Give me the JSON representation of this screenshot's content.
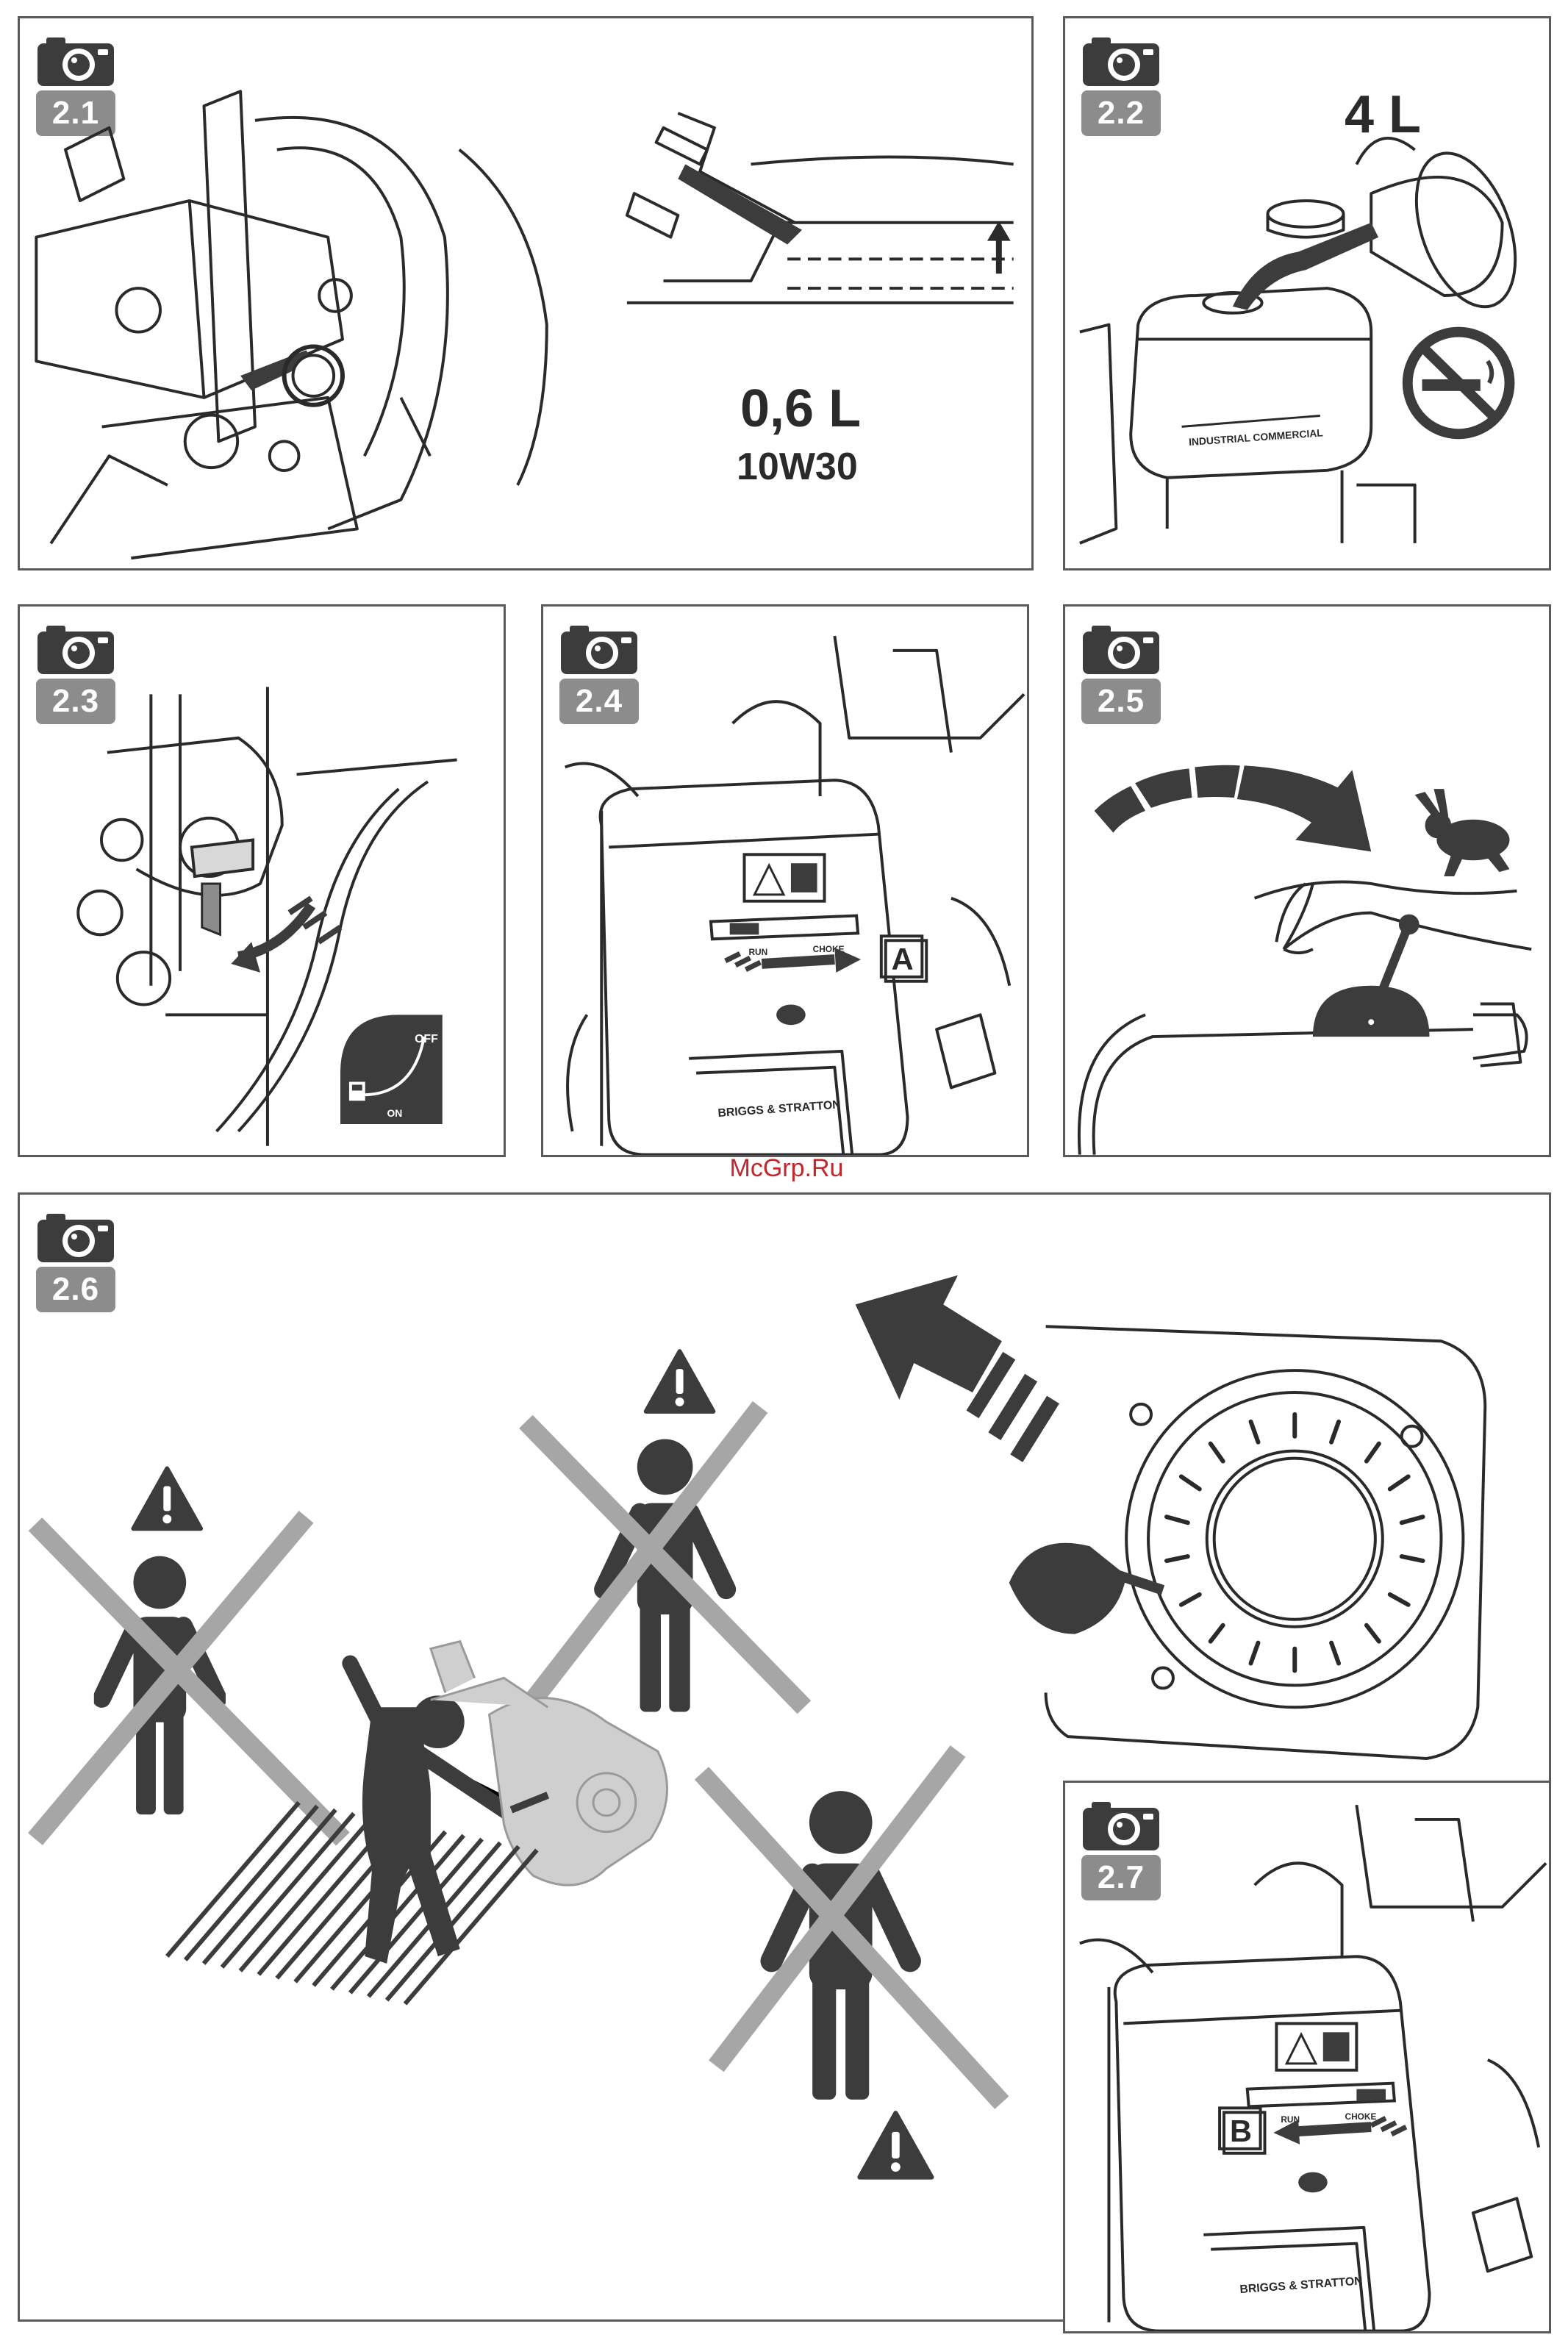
{
  "steps": {
    "s21": {
      "label": "2.1",
      "oil_volume": "0,6 L",
      "oil_grade": "10W30"
    },
    "s22": {
      "label": "2.2",
      "fuel_volume": "4 L",
      "tank_label": "INDUSTRIAL COMMERCIAL"
    },
    "s23": {
      "label": "2.3",
      "valve_off": "OFF",
      "valve_on": "ON"
    },
    "s24": {
      "label": "2.4",
      "marker": "A",
      "run_label": "RUN",
      "choke_label": "CHOKE",
      "brand": "BRIGGS & STRATTON"
    },
    "s25": {
      "label": "2.5"
    },
    "s26": {
      "label": "2.6"
    },
    "s27": {
      "label": "2.7",
      "marker": "B",
      "run_label": "RUN",
      "choke_label": "CHOKE",
      "brand": "BRIGGS & STRATTON"
    }
  },
  "watermark": "McGrp.Ru",
  "colors": {
    "frame": "#5a5a5a",
    "badge": "#8c8c8c",
    "dark": "#3c3c3c",
    "cross": "#a6a6a6",
    "watermark": "#c1272d"
  },
  "icons": [
    "camera-icon",
    "warning-icon",
    "no-smoking-icon",
    "rabbit-icon",
    "fuel-icon"
  ]
}
